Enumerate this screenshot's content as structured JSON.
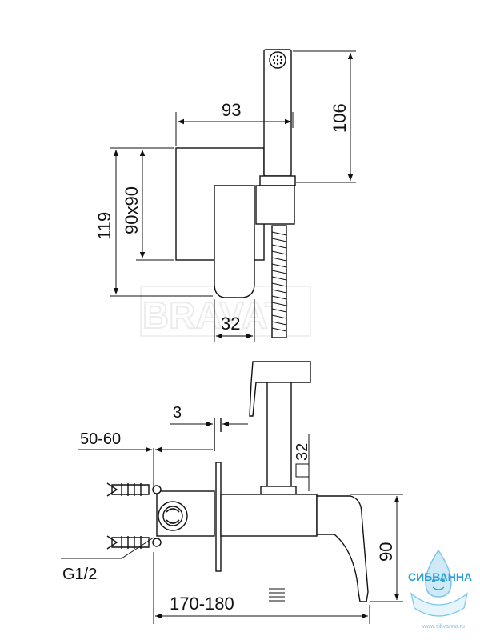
{
  "top_view": {
    "dim_width": "93",
    "dim_head_height": "106",
    "dim_total_height": "119",
    "dim_plate": "90x90",
    "dim_lever": "32"
  },
  "bottom_view": {
    "dim_gap": "3",
    "dim_depth": "50-60",
    "dim_square": "32",
    "dim_thread": "G1/2",
    "dim_height": "90",
    "dim_length": "170-180"
  },
  "watermark": {
    "text": "BRAVAT"
  },
  "logo": {
    "name": "СИБВАННА",
    "url": "www.sibvanna.ru",
    "accent": "#2a9fd6"
  }
}
